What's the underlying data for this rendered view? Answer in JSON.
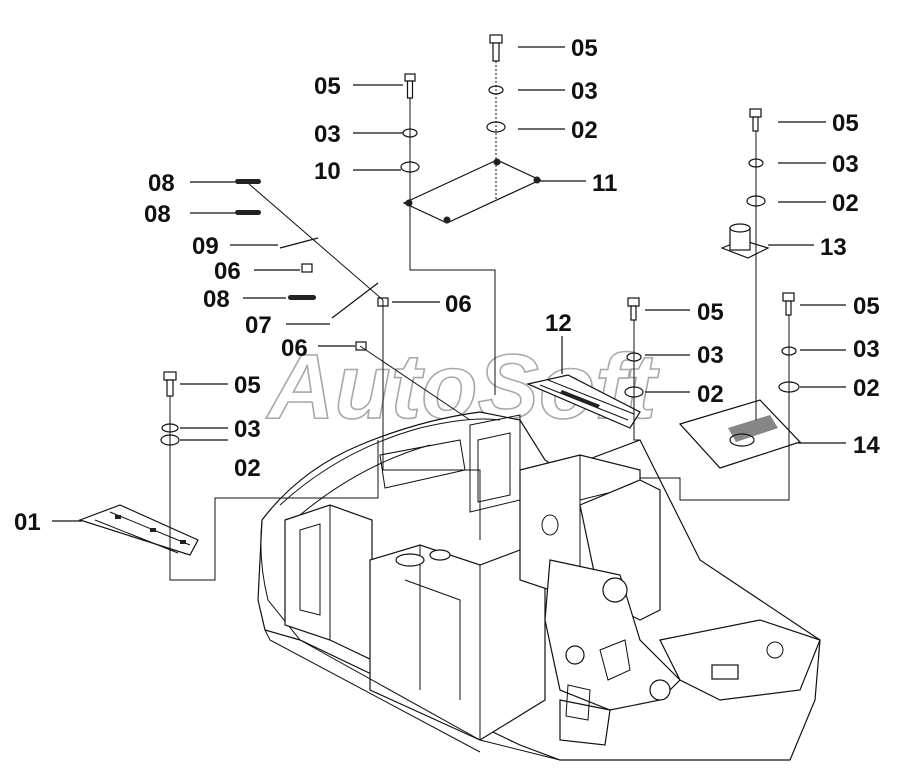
{
  "watermark": "AutoSoft",
  "callouts": [
    {
      "id": "c05a",
      "text": "05"
    },
    {
      "id": "c03a",
      "text": "03"
    },
    {
      "id": "c10",
      "text": "10"
    },
    {
      "id": "c05b",
      "text": "05"
    },
    {
      "id": "c03b",
      "text": "03"
    },
    {
      "id": "c02b",
      "text": "02"
    },
    {
      "id": "c11",
      "text": "11"
    },
    {
      "id": "c08a",
      "text": "08"
    },
    {
      "id": "c08b",
      "text": "08"
    },
    {
      "id": "c09",
      "text": "09"
    },
    {
      "id": "c06a",
      "text": "06"
    },
    {
      "id": "c08c",
      "text": "08"
    },
    {
      "id": "c06b",
      "text": "06"
    },
    {
      "id": "c07",
      "text": "07"
    },
    {
      "id": "c06c",
      "text": "06"
    },
    {
      "id": "c05c",
      "text": "05"
    },
    {
      "id": "c03c",
      "text": "03"
    },
    {
      "id": "c02c",
      "text": "02"
    },
    {
      "id": "c01",
      "text": "01"
    },
    {
      "id": "c12",
      "text": "12"
    },
    {
      "id": "c05d",
      "text": "05"
    },
    {
      "id": "c03d",
      "text": "03"
    },
    {
      "id": "c02d",
      "text": "02"
    },
    {
      "id": "c05e",
      "text": "05"
    },
    {
      "id": "c03e",
      "text": "03"
    },
    {
      "id": "c02e",
      "text": "02"
    },
    {
      "id": "c13",
      "text": "13"
    },
    {
      "id": "c05f",
      "text": "05"
    },
    {
      "id": "c03f",
      "text": "03"
    },
    {
      "id": "c02f",
      "text": "02"
    },
    {
      "id": "c14",
      "text": "14"
    }
  ]
}
